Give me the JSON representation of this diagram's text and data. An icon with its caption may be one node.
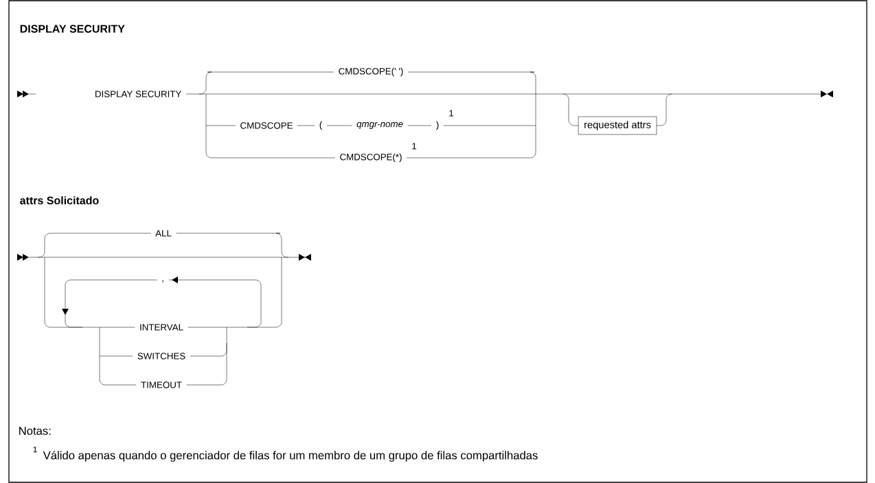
{
  "diagram": {
    "title": "DISPLAY SECURITY",
    "nodes": [
      {
        "text": [
          "requested attrs"
        ]
      }
    ],
    "labels": [
      "DISPLAY SECURITY",
      "CMDSCOPE(' ')",
      "CMDSCOPE",
      "(",
      "qmgr-nome",
      ")",
      "1",
      "CMDSCOPE(*)",
      "1",
      "attrs Solicitado",
      "ALL",
      ",",
      "INTERVAL",
      "SWITCHES",
      "TIMEOUT",
      "Notas:",
      "1",
      "Válido apenas quando o gerenciador de filas for um membro de um grupo de filas compartilhadas"
    ]
  }
}
